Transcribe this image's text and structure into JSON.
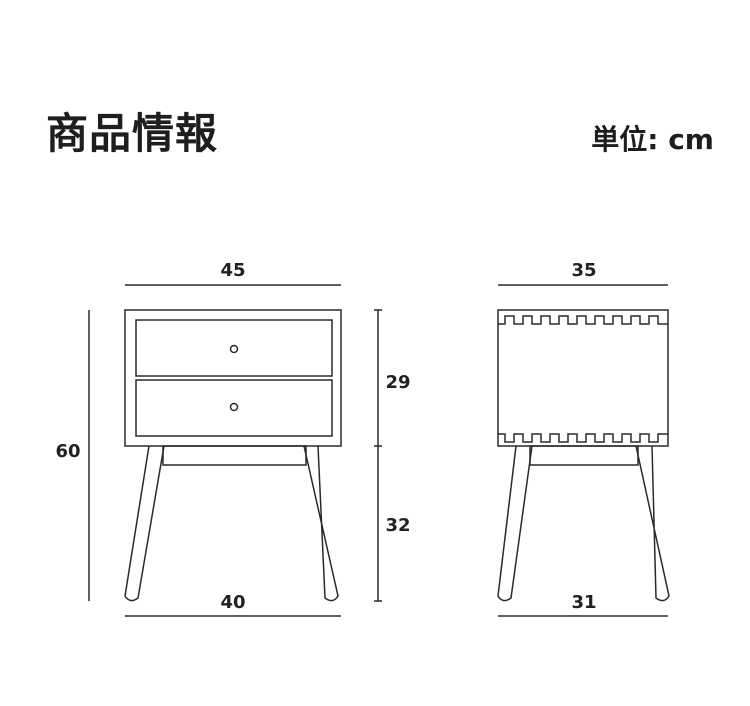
{
  "header": {
    "title": "商品情報",
    "unit": "単位: cm"
  },
  "front_view": {
    "top_width": "45",
    "bottom_width": "40",
    "total_height": "60",
    "body_height": "29",
    "leg_height": "32"
  },
  "side_view": {
    "top_width": "35",
    "bottom_width": "31"
  }
}
